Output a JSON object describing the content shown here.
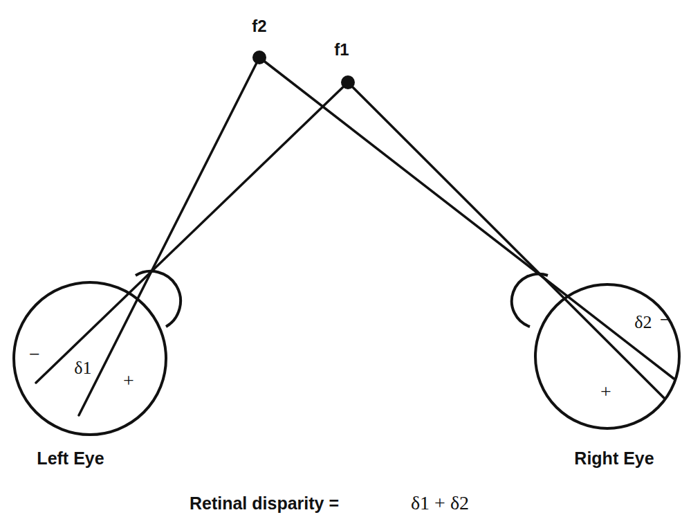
{
  "diagram": {
    "labels": [
      "f2",
      "f1",
      "−",
      "δ1",
      "+",
      "Left Eye",
      "δ2",
      "−",
      "+",
      "Right Eye",
      "Retinal disparity =",
      "δ1 + δ2"
    ]
  }
}
